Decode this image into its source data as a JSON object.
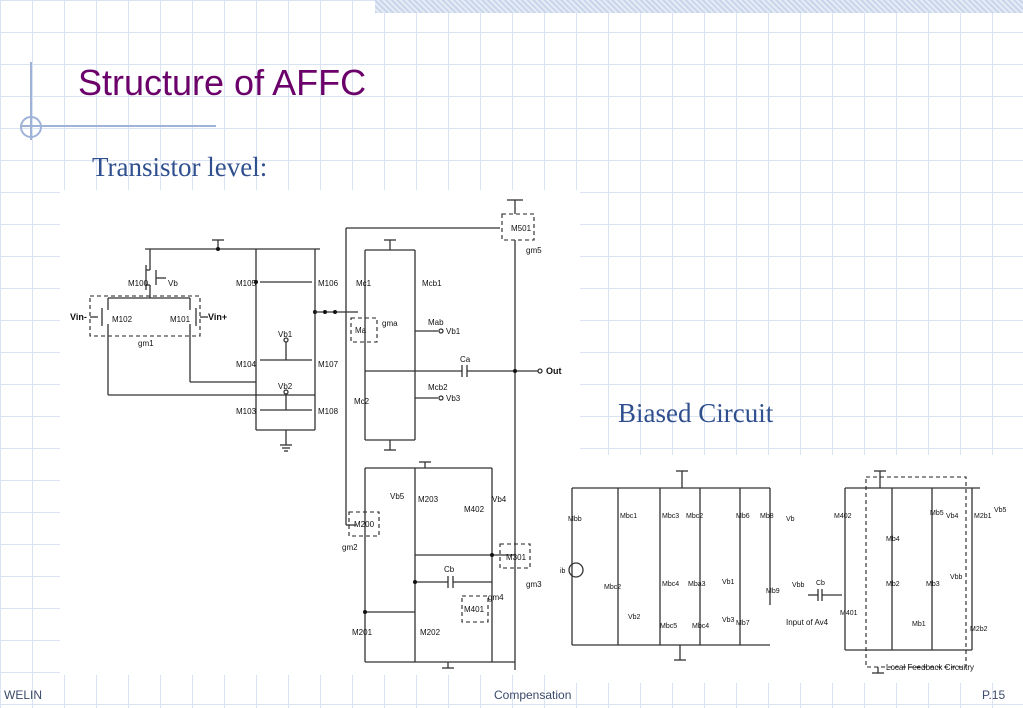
{
  "slide": {
    "title": "Structure of AFFC",
    "subtitle": "Transistor level:",
    "biased_label": "Biased Circuit"
  },
  "footer": {
    "left": "WELIN",
    "center": "Compensation",
    "right": "P.15"
  },
  "main_circuit": {
    "labels": {
      "m100": "M100",
      "vb": "Vb",
      "m105": "M105",
      "m106": "M106",
      "vin_minus": "Vin-",
      "vin_plus": "Vin+",
      "m102": "M102",
      "m101": "M101",
      "gm1": "gm1",
      "vb1_left": "Vb1",
      "m104": "M104",
      "m107": "M107",
      "vb2_left": "Vb2",
      "m103": "M103",
      "m108": "M108",
      "m501": "M501",
      "gm5": "gm5",
      "mc1": "Mc1",
      "mcb1": "Mcb1",
      "ma": "Ma",
      "gma": "gma",
      "mab": "Mab",
      "vb1_right": "Vb1",
      "ca": "Ca",
      "out": "Out",
      "mcb2": "Mcb2",
      "vb3": "Vb3",
      "mc2": "Mc2",
      "vb5": "Vb5",
      "m203": "M203",
      "vb4": "Vb4",
      "m402": "M402",
      "m200": "M200",
      "gm2": "gm2",
      "m301": "M301",
      "gm3": "gm3",
      "cb": "Cb",
      "gm4": "gm4",
      "m401": "M401",
      "m201": "M201",
      "m202": "M202"
    }
  },
  "bias_circuit": {
    "labels": {
      "mbb": "Mbb",
      "mbc1": "Mbc1",
      "mbc3": "Mbc3",
      "mbc2t": "Mbc2",
      "mb6": "Mb6",
      "mb8": "Mb8",
      "vb": "Vb",
      "ib": "ib",
      "mbc2": "Mbc2",
      "mbc4": "Mbc4",
      "mba3": "Mba3",
      "vb1": "Vb1",
      "vb2": "Vb2",
      "mbc5": "Mbc5",
      "mbc4b": "Mbc4",
      "vb3": "Vb3",
      "mb7": "Mb7",
      "mb9": "Mb9",
      "vbb": "Vbb",
      "m402": "M402",
      "mb5": "Mb5",
      "vb4": "Vb4",
      "m2b1": "M2b1",
      "vb5": "Vb5",
      "mb4": "Mb4",
      "cb": "Cb",
      "mb2": "Mb2",
      "mb3": "Mb3",
      "vbb_r": "Vbb",
      "m401": "M401",
      "input_av4": "Input of Av4",
      "mb1": "Mb1",
      "m2b2": "M2b2",
      "local_feedback": "Local Feedback Circuitry"
    }
  }
}
